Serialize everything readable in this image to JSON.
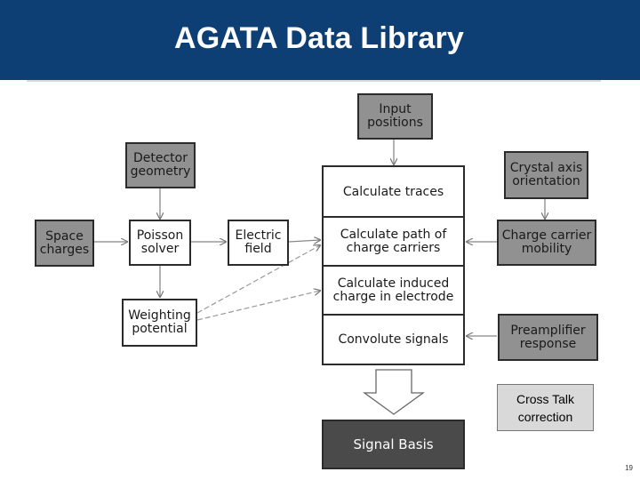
{
  "slide": {
    "title": "AGATA Data Library",
    "page_number": "19"
  },
  "diagram": {
    "input_positions": "Input\npositions",
    "detector_geometry": "Detector\ngeometry",
    "space_charges": "Space\ncharges",
    "poisson_solver": "Poisson\nsolver",
    "electric_field": "Electric\nfield",
    "weighting_potential": "Weighting\npotential",
    "crystal_axis_orientation": "Crystal axis\norientation",
    "charge_carrier_mobility": "Charge carrier\nmobility",
    "preamplifier_response": "Preamplifier\nresponse",
    "calculate_traces": "Calculate traces",
    "calculate_path": "Calculate path of\ncharge carriers",
    "calculate_induced": "Calculate induced\ncharge in electrode",
    "convolute_signals": "Convolute signals",
    "signal_basis": "Signal Basis",
    "cross_talk": "Cross Talk\ncorrection"
  }
}
